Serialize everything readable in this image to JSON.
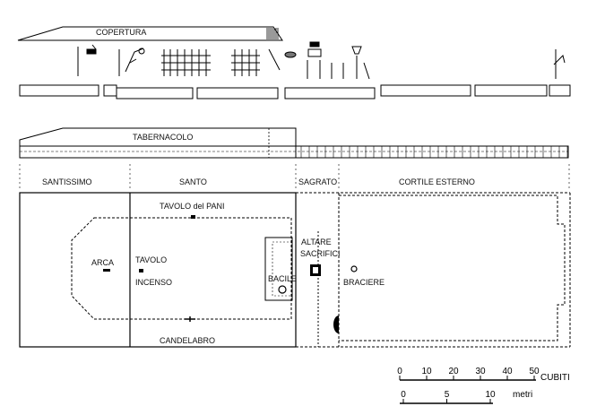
{
  "elevation": {
    "roof_label": "COPERTURA"
  },
  "tabernacle": {
    "label": "TABERNACOLO"
  },
  "sections": {
    "santissimo": "SANTISSIMO",
    "santo": "SANTO",
    "sagrato": "SAGRATO",
    "cortile": "CORTILE ESTERNO"
  },
  "furnishings": {
    "tavolo_pani": "TAVOLO del PANI",
    "arca": "ARCA",
    "tavolo_incenso_1": "TAVOLO",
    "tavolo_incenso_2": "INCENSO",
    "candelabro": "CANDELABRO",
    "altare_1": "ALTARE",
    "altare_2": "SACRIFICI",
    "bacile": "BACILE",
    "braciere": "BRACIERE"
  },
  "scales": {
    "cubiti": {
      "ticks": [
        "0",
        "10",
        "20",
        "30",
        "40",
        "50"
      ],
      "unit": "CUBITI"
    },
    "metri": {
      "ticks": [
        "0",
        "5",
        "10"
      ],
      "unit": "metri"
    }
  }
}
